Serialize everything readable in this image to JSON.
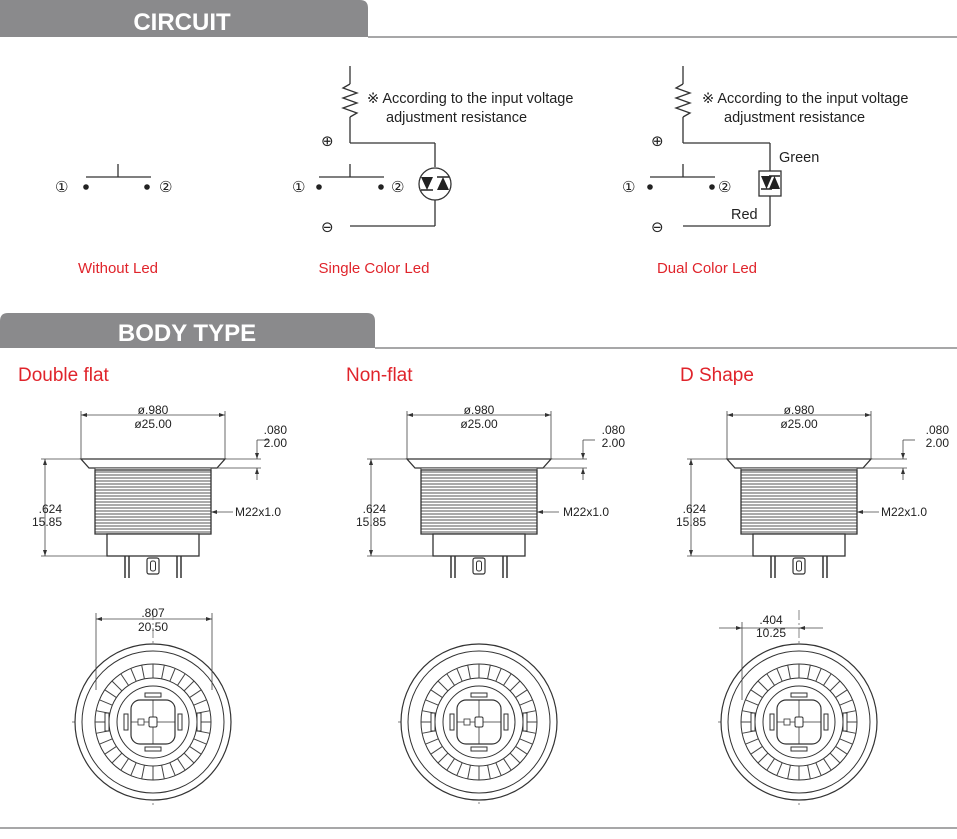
{
  "headers": {
    "circuit": "CIRCUIT",
    "body_type": "BODY TYPE"
  },
  "circuit": {
    "note_line1": "※ According to the input voltage",
    "note_line2": "adjustment resistance",
    "pin1": "①",
    "pin2": "②",
    "plus": "⊕",
    "minus": "⊖",
    "green": "Green",
    "red": "Red",
    "captions": [
      "Without Led",
      "Single Color Led",
      "Dual Color Led"
    ]
  },
  "body_types": [
    "Double flat",
    "Non-flat",
    "D Shape"
  ],
  "dims": {
    "dia_in": "ø.980",
    "dia_mm": "ø25.00",
    "lip_in": ".080",
    "lip_mm": "2.00",
    "h_in": ".624",
    "h_mm": "15.85",
    "thread": "M22x1.0",
    "flat_in": ".807",
    "flat_mm": "20.50",
    "d_in": ".404",
    "d_mm": "10.25"
  },
  "colors": {
    "header_bg": "#8a8a8c",
    "accent_red": "#e0242b"
  }
}
